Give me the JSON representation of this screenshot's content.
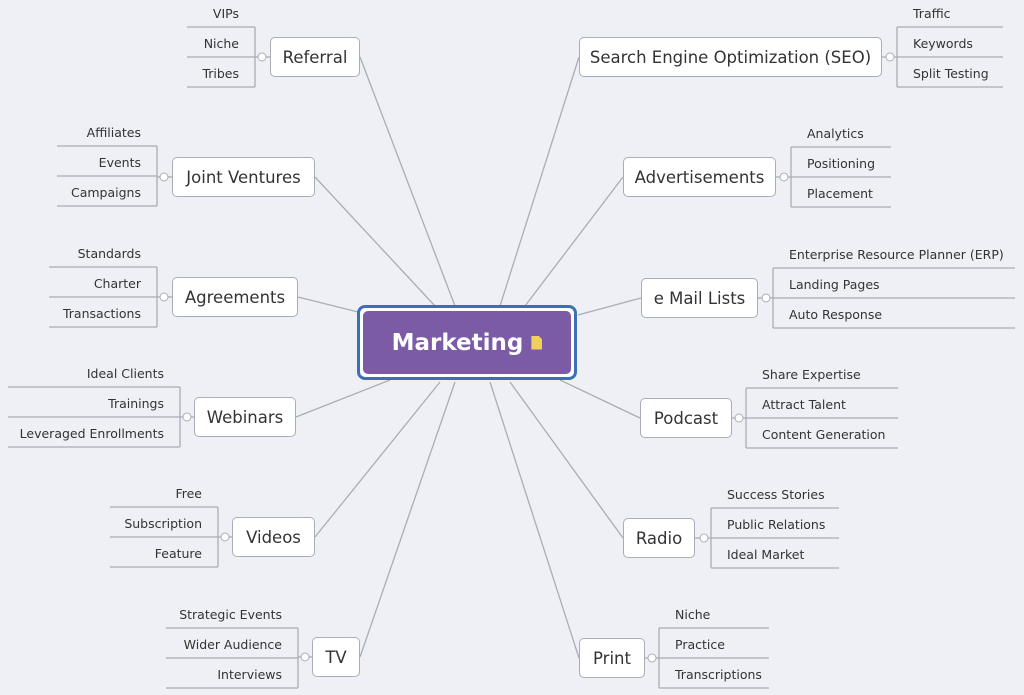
{
  "center": {
    "label": "Marketing",
    "icon": "note-icon"
  },
  "branches": [
    {
      "label": "Referral",
      "leaves": [
        "VIPs",
        "Niche",
        "Tribes"
      ]
    },
    {
      "label": "Joint Ventures",
      "leaves": [
        "Affiliates",
        "Events",
        "Campaigns"
      ]
    },
    {
      "label": "Agreements",
      "leaves": [
        "Standards",
        "Charter",
        "Transactions"
      ]
    },
    {
      "label": "Webinars",
      "leaves": [
        "Ideal Clients",
        "Trainings",
        "Leveraged Enrollments"
      ]
    },
    {
      "label": "Videos",
      "leaves": [
        "Free",
        "Subscription",
        "Feature"
      ]
    },
    {
      "label": "TV",
      "leaves": [
        "Strategic Events",
        "Wider Audience",
        "Interviews"
      ]
    },
    {
      "label": "Search Engine Optimization (SEO)",
      "leaves": [
        "Traffic",
        "Keywords",
        "Split Testing"
      ]
    },
    {
      "label": "Advertisements",
      "leaves": [
        "Analytics",
        "Positioning",
        "Placement"
      ]
    },
    {
      "label": "e Mail Lists",
      "leaves": [
        "Enterprise Resource Planner (ERP)",
        "Landing Pages",
        "Auto Response"
      ]
    },
    {
      "label": "Podcast",
      "leaves": [
        "Share Expertise",
        "Attract Talent",
        "Content Generation"
      ]
    },
    {
      "label": "Radio",
      "leaves": [
        "Success Stories",
        "Public Relations",
        "Ideal Market"
      ]
    },
    {
      "label": "Print",
      "leaves": [
        "Niche",
        "Practice",
        "Transcriptions"
      ]
    }
  ],
  "colors": {
    "center_fill": "#7b5aa6",
    "center_border": "#3d6fb8",
    "line": "#a9adb5",
    "background": "#eef0f5"
  }
}
